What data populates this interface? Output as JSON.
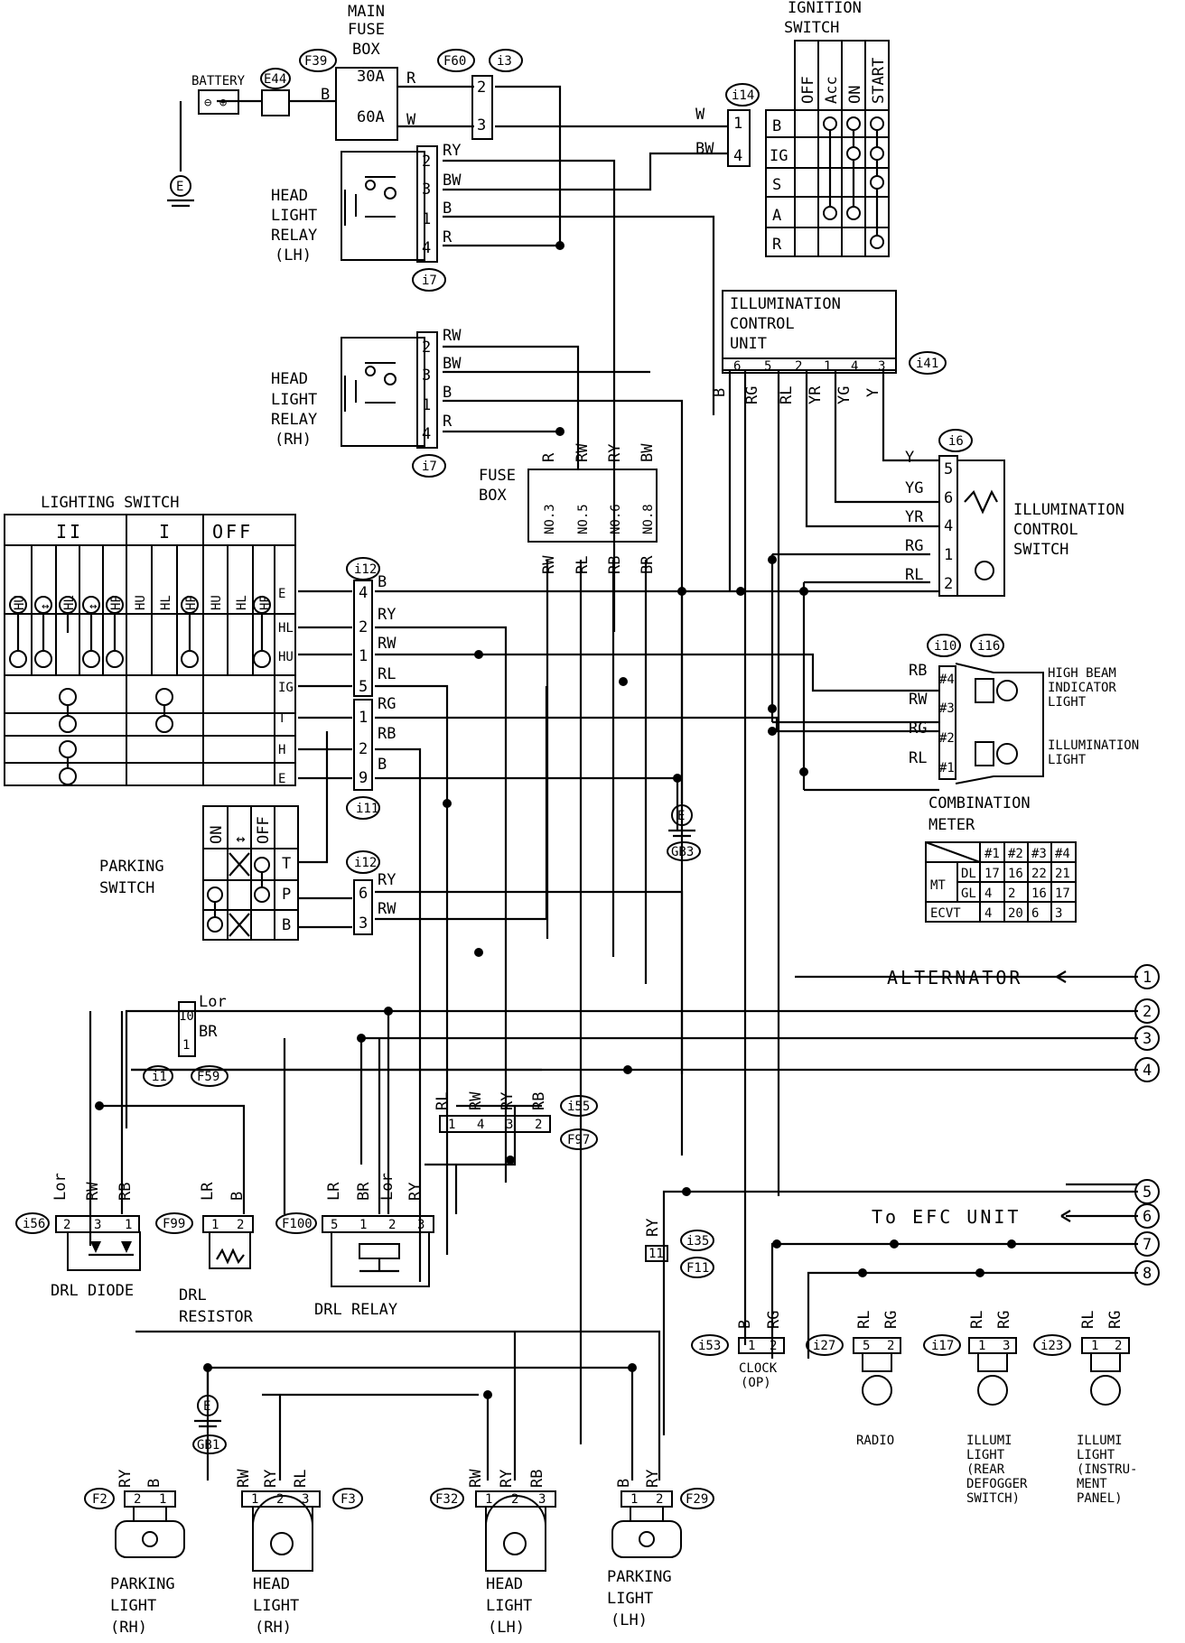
{
  "components": {
    "main_fuse_box": {
      "title": [
        "MAIN",
        "FUSE",
        "BOX"
      ],
      "conn": "F39",
      "fuse_30": "30A",
      "fuse_60": "60A"
    },
    "battery": {
      "label": "BATTERY",
      "conn": "E44",
      "ground": "E"
    },
    "conn_f60": "F60",
    "conn_i13": "i3",
    "ignition_switch": {
      "title": [
        "IGNITION",
        "SWITCH"
      ],
      "conn": "i14",
      "positions": [
        "OFF",
        "Acc",
        "ON",
        "START"
      ],
      "terminals": [
        "B",
        "IG",
        "S",
        "A",
        "R"
      ]
    },
    "head_light_relay_lh": {
      "title": [
        "HEAD",
        "LIGHT",
        "RELAY",
        "(LH)"
      ],
      "conn": "i7"
    },
    "head_light_relay_rh": {
      "title": [
        "HEAD",
        "LIGHT",
        "RELAY",
        "(RH)"
      ],
      "conn": "i7"
    },
    "illumination_control_unit": {
      "title": [
        "ILLUMINATION",
        "CONTROL",
        "UNIT"
      ],
      "conn": "i41",
      "pins": [
        "6",
        "5",
        "2",
        "1",
        "4",
        "3"
      ],
      "wires": [
        "B",
        "RG",
        "RL",
        "YR",
        "YG",
        "Y"
      ]
    },
    "fuse_box": {
      "title": [
        "FUSE",
        "BOX"
      ],
      "fuses": [
        "NO.3",
        "NO.5",
        "NO.6",
        "NO.8"
      ],
      "top_wires": [
        "R",
        "RW",
        "RY",
        "BW"
      ],
      "bottom_wires": [
        "RW",
        "RL",
        "RB",
        "BR"
      ]
    },
    "illumination_control_switch": {
      "title": [
        "ILLUMINATION",
        "CONTROL",
        "SWITCH"
      ],
      "conn": "i6",
      "pins": [
        "5",
        "6",
        "4",
        "1",
        "2"
      ],
      "wires": [
        "Y",
        "YG",
        "YR",
        "RG",
        "RL"
      ]
    },
    "lighting_switch": {
      "title": "LIGHTING SWITCH",
      "modes": [
        "II",
        "I",
        "OFF"
      ],
      "cols": [
        "HU",
        "↕",
        "HL",
        "↕",
        "HP",
        "HU",
        "HL",
        "HP",
        "HU",
        "HL",
        "HP"
      ],
      "rows": [
        "E",
        "HL",
        "HU",
        "IG",
        "T",
        "H",
        "E"
      ]
    },
    "conn_i12": "i12",
    "conn_i11": "i11",
    "sw_conn_a": {
      "pins": [
        "4",
        "2",
        "1",
        "5"
      ],
      "wires": [
        "B",
        "RY",
        "RW",
        "RL"
      ]
    },
    "sw_conn_b": {
      "pins": [
        "1",
        "2",
        "9"
      ],
      "wires": [
        "RG",
        "RB",
        "B"
      ]
    },
    "combination_meter": {
      "title": [
        "COMBINATION",
        "METER"
      ],
      "conns": [
        "i10",
        "i16"
      ],
      "pins": [
        "#4",
        "#3",
        "#2",
        "#1"
      ],
      "wires": [
        "RB",
        "RW",
        "RG",
        "RL"
      ],
      "high_beam": [
        "HIGH BEAM",
        "INDICATOR",
        "LIGHT"
      ],
      "illum": [
        "ILLUMINATION",
        "LIGHT"
      ]
    },
    "pin_table": {
      "headers": [
        "#1",
        "#2",
        "#3",
        "#4"
      ],
      "rows": [
        {
          "group": "MT",
          "name": "DL",
          "vals": [
            "17",
            "16",
            "22",
            "21"
          ]
        },
        {
          "group": "",
          "name": "GL",
          "vals": [
            "4",
            "2",
            "16",
            "17"
          ]
        },
        {
          "group": "",
          "name": "ECVT",
          "vals": [
            "4",
            "20",
            "6",
            "3"
          ]
        }
      ]
    },
    "ground_gb3": {
      "label": "E",
      "conn": "GB3"
    },
    "parking_switch": {
      "title": [
        "PARKING",
        "SWITCH"
      ],
      "cols": [
        "ON",
        "↕",
        "OFF"
      ],
      "rows": [
        "T",
        "P",
        "B"
      ],
      "conn": "i12",
      "pins": [
        "6",
        "3"
      ],
      "wires": [
        "RY",
        "RW"
      ]
    },
    "conn_i1": {
      "conn": "i1",
      "conn2": "F59",
      "pins": [
        "10",
        "1"
      ],
      "wires": [
        "Lor",
        "BR"
      ]
    },
    "conn_i55": {
      "conn": "i55",
      "conn2": "F97",
      "pins": [
        "1",
        "4",
        "3",
        "2"
      ],
      "wires": [
        "RL",
        "RW",
        "RY",
        "RB"
      ]
    },
    "drl_diode": {
      "title": "DRL DIODE",
      "conn": "i56",
      "pins": [
        "2",
        "3",
        "1"
      ],
      "wires": [
        "Lor",
        "RW",
        "RB"
      ]
    },
    "drl_resistor": {
      "title": [
        "DRL",
        "RESISTOR"
      ],
      "conn": "F99",
      "pins": [
        "1",
        "2"
      ],
      "wires": [
        "LR",
        "B"
      ]
    },
    "drl_relay": {
      "title": "DRL RELAY",
      "conn": "F100",
      "pins": [
        "5",
        "1",
        "2",
        "3"
      ],
      "wires": [
        "LR",
        "BR",
        "Lor",
        "RY"
      ]
    },
    "conn_i35": {
      "conn": "i35",
      "conn2": "F11",
      "pin": "11",
      "wire": "RY"
    },
    "terminals": {
      "t1": {
        "num": "1",
        "label": "ALTERNATOR"
      },
      "t2": {
        "num": "2"
      },
      "t3": {
        "num": "3"
      },
      "t4": {
        "num": "4"
      },
      "t5": {
        "num": "5"
      },
      "t6": {
        "num": "6",
        "label": "To EFC UNIT"
      },
      "t7": {
        "num": "7"
      },
      "t8": {
        "num": "8"
      }
    },
    "clock": {
      "title": [
        "CLOCK",
        "(OP)"
      ],
      "conn": "i53",
      "pins": [
        "1",
        "2"
      ],
      "wires": [
        "B",
        "RG"
      ]
    },
    "radio": {
      "title": "RADIO",
      "conn": "i27",
      "pins": [
        "5",
        "2"
      ],
      "wires": [
        "RL",
        "RG"
      ]
    },
    "illum_rear": {
      "title": [
        "ILLUMI",
        "LIGHT",
        "(REAR",
        "DEFOGGER",
        "SWITCH)"
      ],
      "conn": "i17",
      "pins": [
        "1",
        "3"
      ],
      "wires": [
        "RL",
        "RG"
      ]
    },
    "illum_instr": {
      "title": [
        "ILLUMI",
        "LIGHT",
        "(INSTRU-",
        "MENT",
        "PANEL)"
      ],
      "conn": "i23",
      "pins": [
        "1",
        "2"
      ],
      "wires": [
        "RL",
        "RG"
      ]
    },
    "ground_gb1": {
      "label": "E",
      "conn": "GB1"
    },
    "parking_light_rh": {
      "title": [
        "PARKING",
        "LIGHT",
        "(RH)"
      ],
      "conn": "F2",
      "pins": [
        "2",
        "1"
      ],
      "wires": [
        "RY",
        "B"
      ]
    },
    "head_light_rh": {
      "title": [
        "HEAD",
        "LIGHT",
        "(RH)"
      ],
      "conn": "F3",
      "pins": [
        "1",
        "2",
        "3"
      ],
      "wires": [
        "RW",
        "RY",
        "RL"
      ]
    },
    "head_light_lh": {
      "title": [
        "HEAD",
        "LIGHT",
        "(LH)"
      ],
      "conn": "F32",
      "pins": [
        "1",
        "2",
        "3"
      ],
      "wires": [
        "RW",
        "RY",
        "RB"
      ]
    },
    "parking_light_lh": {
      "title": [
        "PARKING",
        "LIGHT",
        "(LH)"
      ],
      "conn": "F29",
      "pins": [
        "1",
        "2"
      ],
      "wires": [
        "B",
        "RY"
      ]
    }
  }
}
